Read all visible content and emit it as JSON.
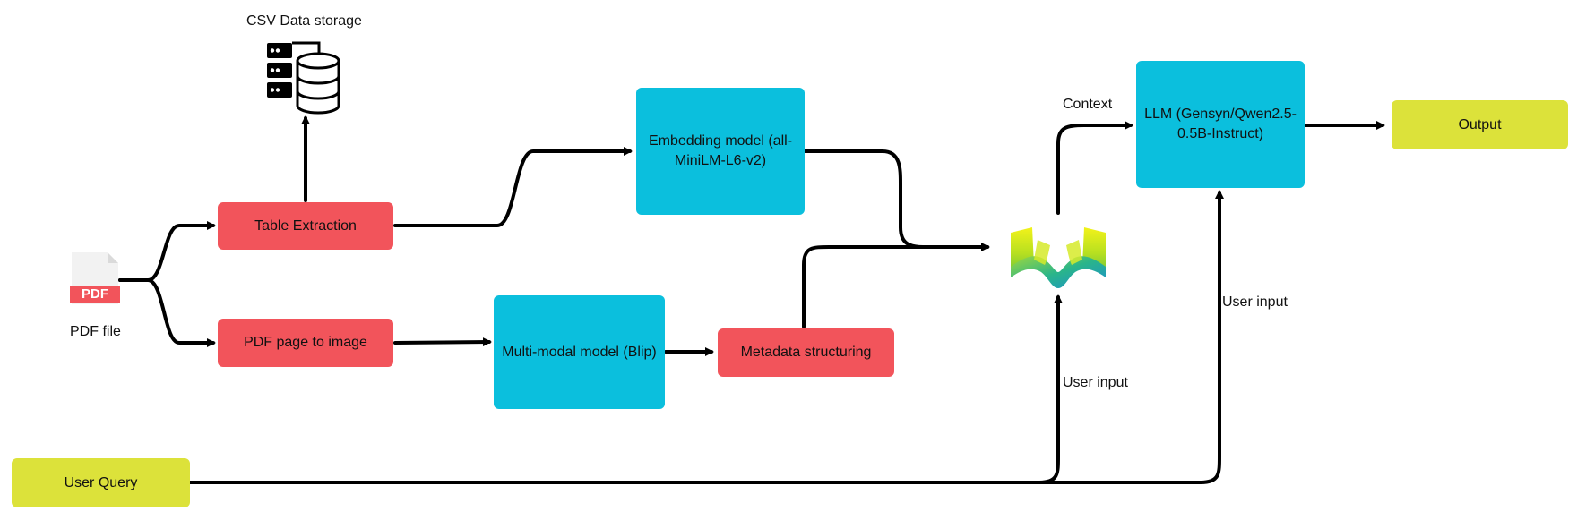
{
  "nodes": {
    "table_extraction": "Table Extraction",
    "pdf_to_image": "PDF page to image",
    "embedding_model": "Embedding model (all-MiniLM-L6-v2)",
    "multimodal_model": "Multi-modal model (Blip)",
    "metadata_structuring": "Metadata structuring",
    "llm": "LLM (Gensyn/Qwen2.5-0.5B-Instruct)",
    "output": "Output",
    "user_query": "User Query"
  },
  "labels": {
    "csv_storage": "CSV Data storage",
    "pdf_file": "PDF file",
    "pdf_badge": "PDF",
    "context": "Context",
    "user_input_llm": "User input",
    "user_input_db": "User input"
  },
  "icons": {
    "csv_storage": "database-server-icon",
    "pdf_file": "pdf-file-icon",
    "vector_db": "weaviate-logo-icon"
  },
  "colors": {
    "process_red": "#f2545b",
    "model_blue": "#0bbfdd",
    "io_lime": "#dce23a",
    "edge": "#000000"
  }
}
